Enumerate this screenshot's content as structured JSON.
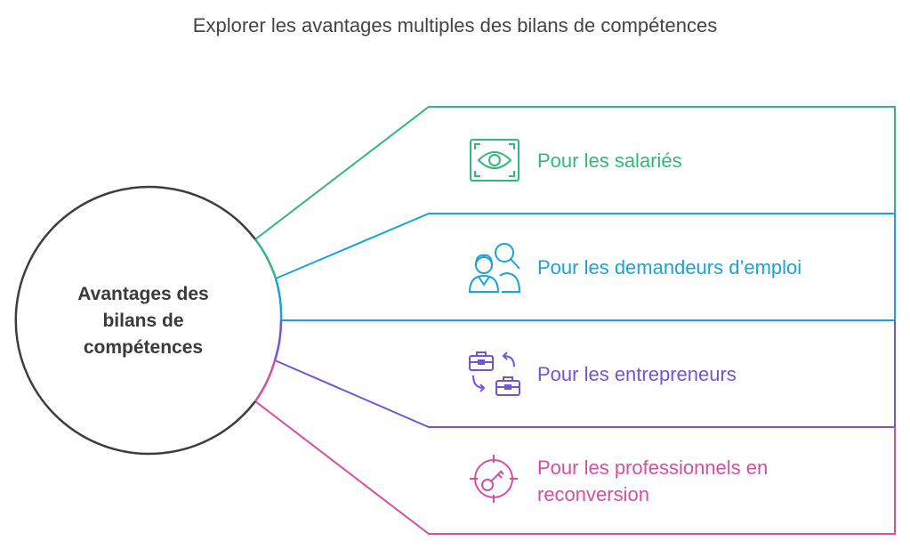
{
  "title": "Explorer les avantages multiples des bilans de compétences",
  "center": {
    "lines": [
      "Avantages des",
      "bilans de",
      "compétences"
    ],
    "stroke": "#3d3d3d"
  },
  "items": [
    {
      "lines": [
        "Pour les salariés"
      ],
      "color": "#34b77a",
      "icon": "eye-scan-icon"
    },
    {
      "lines": [
        "Pour les demandeurs d’emploi"
      ],
      "color": "#1aa3d6",
      "icon": "people-search-icon"
    },
    {
      "lines": [
        "Pour les entrepreneurs"
      ],
      "color": "#7255d6",
      "icon": "briefcase-swap-icon"
    },
    {
      "lines": [
        "Pour les professionnels en",
        "reconversion"
      ],
      "color": "#d34fa0",
      "icon": "target-key-icon"
    }
  ]
}
